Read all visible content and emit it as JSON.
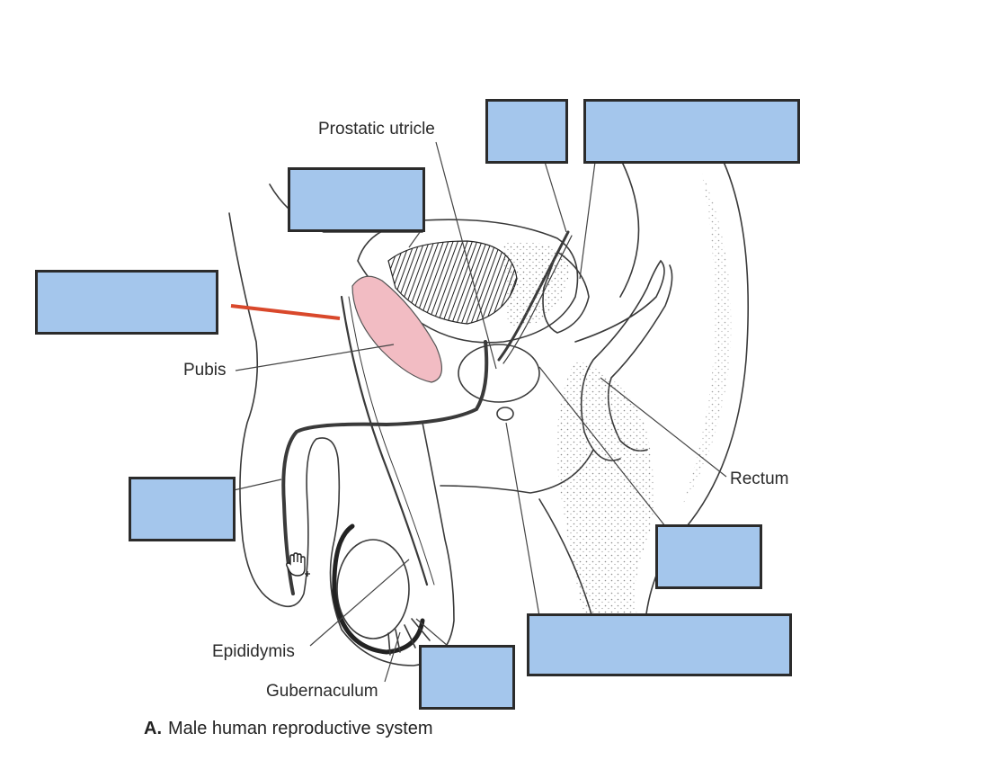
{
  "diagram": {
    "caption_letter": "A.",
    "caption_text": "Male human reproductive system",
    "labels": {
      "prostatic_utricle": "Prostatic utricle",
      "pubis": "Pubis",
      "rectum": "Rectum",
      "epididymis": "Epididymis",
      "gubernaculum": "Gubernaculum"
    },
    "colors": {
      "answer_box": "#a4c6ec",
      "pubis_fill": "#f2bcc3",
      "pointer_line": "#d9482b"
    }
  },
  "cursor_icon": "hand-pointer-icon"
}
